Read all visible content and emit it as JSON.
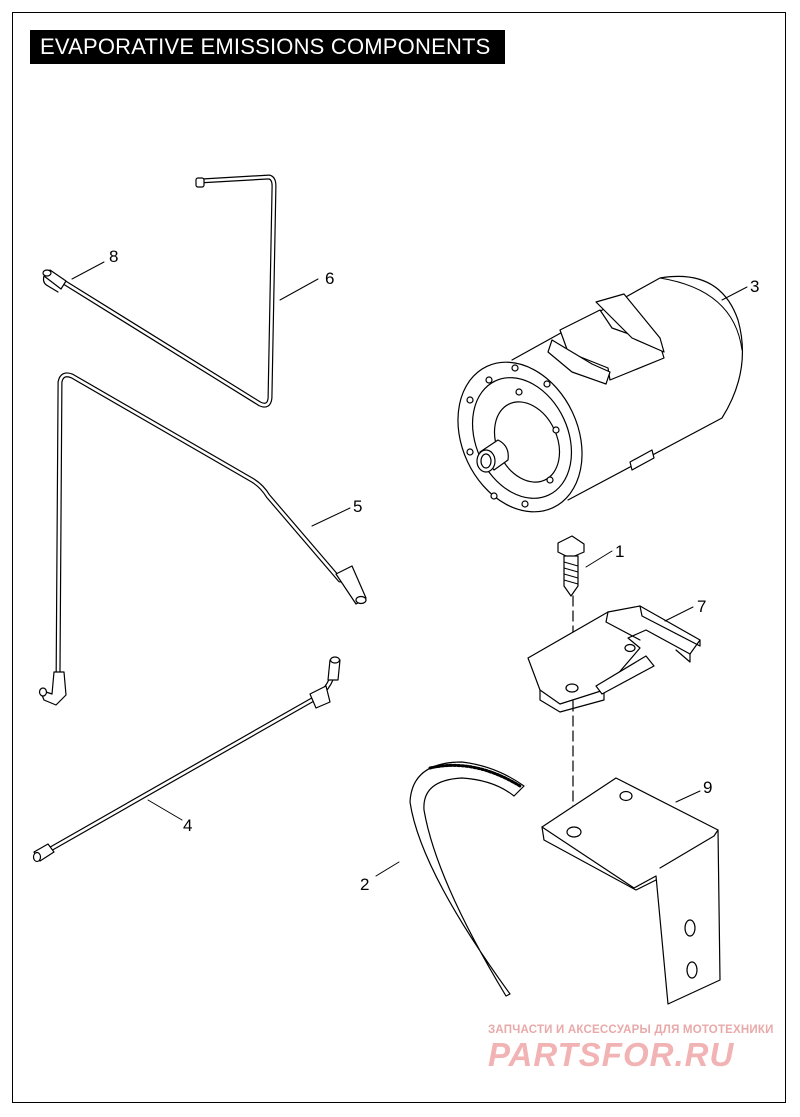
{
  "title": "EVAPORATIVE EMISSIONS COMPONENTS",
  "callouts": [
    {
      "id": "1",
      "label": "1",
      "part": "screw"
    },
    {
      "id": "2",
      "label": "2",
      "part": "strap"
    },
    {
      "id": "3",
      "label": "3",
      "part": "canister"
    },
    {
      "id": "4",
      "label": "4",
      "part": "tube"
    },
    {
      "id": "5",
      "label": "5",
      "part": "tube"
    },
    {
      "id": "6",
      "label": "6",
      "part": "tube"
    },
    {
      "id": "7",
      "label": "7",
      "part": "bracket"
    },
    {
      "id": "8",
      "label": "8",
      "part": "fitting"
    },
    {
      "id": "9",
      "label": "9",
      "part": "mounting-bracket"
    }
  ],
  "watermark": {
    "line1": "ЗАПЧАСТИ И АКСЕССУАРЫ ДЛЯ МОТОТЕХНИКИ",
    "line2": "PARTSFOR.RU"
  }
}
